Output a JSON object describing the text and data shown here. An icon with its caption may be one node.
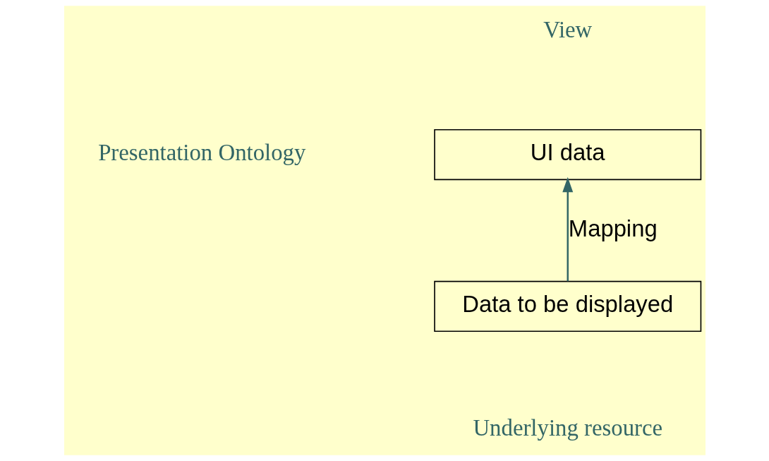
{
  "diagram": {
    "nodes": [
      {
        "text": [
          "UI data"
        ],
        "beside": [
          "View"
        ]
      },
      {
        "text": [
          "Data to be displayed"
        ],
        "beside": [
          "Underlying resource"
        ]
      }
    ],
    "edges": [
      {
        "from": 1,
        "to": 0,
        "arrow": "to",
        "label": "Mapping"
      }
    ],
    "labels": [
      "Presentation Ontology"
    ]
  }
}
